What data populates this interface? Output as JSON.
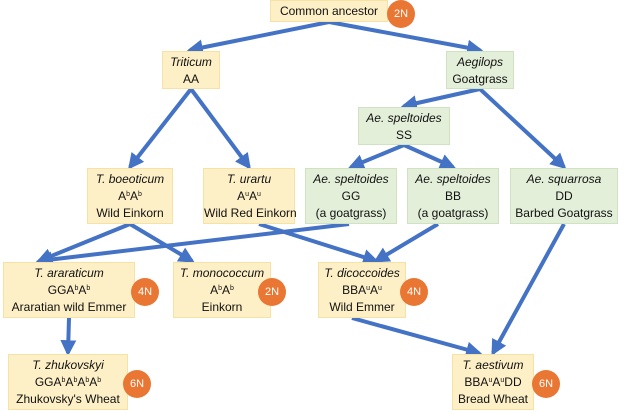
{
  "diagram": {
    "type": "phylogeny",
    "colors": {
      "wheat_box": "#fdefc6",
      "goatgrass_box": "#e3efd9",
      "arrow": "#4472c4",
      "ploidy_badge": "#ea7633"
    },
    "nodes": {
      "ancestor": {
        "lines": [
          "Common ancestor"
        ],
        "ploidy": "2N"
      },
      "triticum": {
        "lines": [
          "Triticum",
          "AA"
        ]
      },
      "aegilops": {
        "lines": [
          "Aegilops",
          "Goatgrass"
        ]
      },
      "ss": {
        "lines": [
          "Ae. speltoides",
          "SS"
        ]
      },
      "boeoticum": {
        "lines": [
          "T. boeoticum",
          "A^bA^b",
          "Wild Einkorn"
        ]
      },
      "urartu": {
        "lines": [
          "T. urartu",
          "A^uA^u",
          "Wild Red Einkorn"
        ]
      },
      "gg": {
        "lines": [
          "Ae. speltoides",
          "GG",
          "(a goatgrass)"
        ]
      },
      "bb": {
        "lines": [
          "Ae. speltoides",
          "BB",
          "(a goatgrass)"
        ]
      },
      "squarrosa": {
        "lines": [
          "Ae. squarrosa",
          "DD",
          "Barbed Goatgrass"
        ]
      },
      "araraticum": {
        "lines": [
          "T. araraticum",
          "GGA^bA^b",
          "Araratian wild Emmer"
        ],
        "ploidy": "4N"
      },
      "monococcum": {
        "lines": [
          "T. monococcum",
          "A^bA^b",
          "Einkorn"
        ],
        "ploidy": "2N"
      },
      "dicoccoides": {
        "lines": [
          "T. dicoccoides",
          "BBA^uA^u",
          "Wild Emmer"
        ],
        "ploidy": "4N"
      },
      "zhukovskyi": {
        "lines": [
          "T. zhukovskyi",
          "GGA^bA^bA^bA^b",
          "Zhukovsky's Wheat"
        ],
        "ploidy": "6N"
      },
      "aestivum": {
        "lines": [
          "T. aestivum",
          "BBA^uA^uDD",
          "Bread Wheat"
        ],
        "ploidy": "6N"
      }
    },
    "edges": [
      {
        "from": "ancestor",
        "to": "triticum"
      },
      {
        "from": "ancestor",
        "to": "aegilops"
      },
      {
        "from": "triticum",
        "to": "boeoticum"
      },
      {
        "from": "triticum",
        "to": "urartu"
      },
      {
        "from": "aegilops",
        "to": "ss"
      },
      {
        "from": "aegilops",
        "to": "squarrosa"
      },
      {
        "from": "ss",
        "to": "gg"
      },
      {
        "from": "ss",
        "to": "bb"
      },
      {
        "from": "boeoticum",
        "to": "araraticum"
      },
      {
        "from": "boeoticum",
        "to": "monococcum"
      },
      {
        "from": "gg",
        "to": "araraticum"
      },
      {
        "from": "urartu",
        "to": "dicoccoides"
      },
      {
        "from": "bb",
        "to": "dicoccoides"
      },
      {
        "from": "araraticum",
        "to": "zhukovskyi"
      },
      {
        "from": "dicoccoides",
        "to": "aestivum"
      },
      {
        "from": "squarrosa",
        "to": "aestivum"
      }
    ]
  }
}
